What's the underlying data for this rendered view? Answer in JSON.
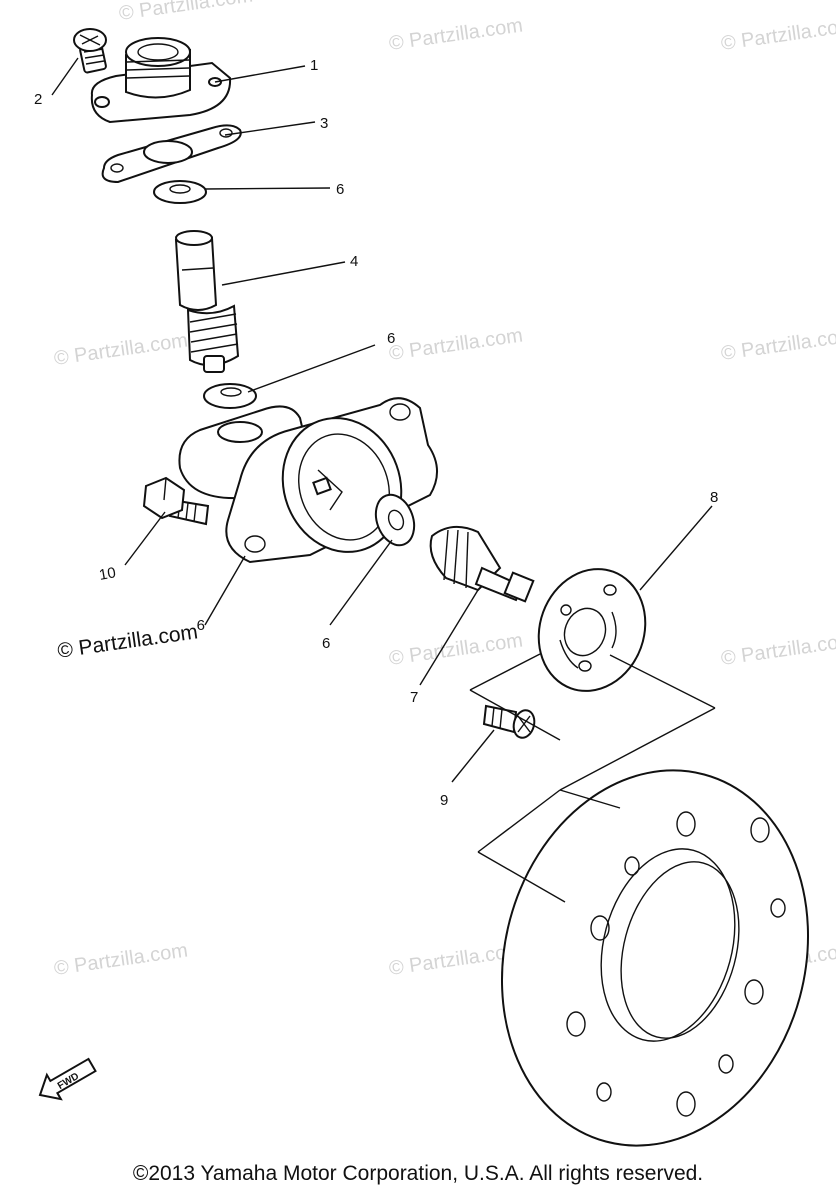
{
  "watermark": "© Partzilla.com",
  "partzilla_credit": "© Partzilla.com",
  "copyright": "©2013 Yamaha Motor Corporation, U.S.A. All rights reserved.",
  "fwd_label": "FWD",
  "callouts": {
    "c1": "1",
    "c2": "2",
    "c3": "3",
    "c4": "4",
    "c6a": "6",
    "c6b": "6",
    "c6c": "6",
    "c7": "7",
    "c8": "8",
    "c9": "9",
    "c9b": "9",
    "c10": "10"
  }
}
